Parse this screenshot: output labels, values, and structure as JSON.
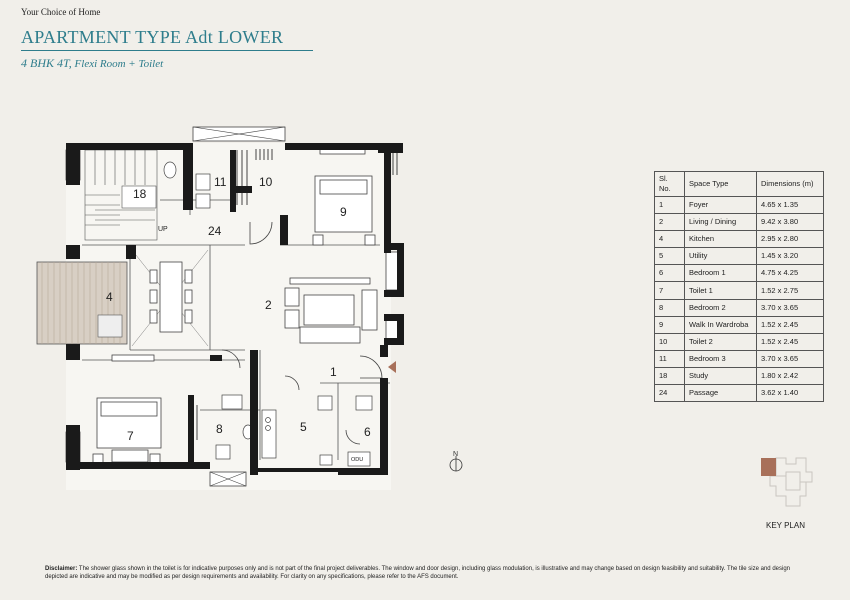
{
  "header": {
    "eyebrow": "Your Choice of Home",
    "title": "APARTMENT TYPE Adt LOWER",
    "subtitle_main": "4 BHK 4T,",
    "subtitle_rest": " Flexi Room + Toilet"
  },
  "plan_labels": {
    "r1": "1",
    "r2": "2",
    "r4": "4",
    "r5": "5",
    "r6": "6",
    "r7": "7",
    "r8": "8",
    "r9": "9",
    "r10": "10",
    "r11": "11",
    "r18": "18",
    "r24": "24",
    "up": "UP",
    "odu": "ODU",
    "north": "N"
  },
  "area_table": {
    "headers": [
      "Sl. No.",
      "Space Type",
      "Dimensions (m)"
    ],
    "rows": [
      [
        "1",
        "Foyer",
        "4.65 x 1.35"
      ],
      [
        "2",
        "Living / Dining",
        "9.42 x 3.80"
      ],
      [
        "4",
        "Kitchen",
        "2.95 x 2.80"
      ],
      [
        "5",
        "Utility",
        "1.45 x 3.20"
      ],
      [
        "6",
        "Bedroom 1",
        "4.75 x 4.25"
      ],
      [
        "7",
        "Toilet 1",
        "1.52 x 2.75"
      ],
      [
        "8",
        "Bedroom 2",
        "3.70 x 3.65"
      ],
      [
        "9",
        "Walk In Wardroba",
        "1.52 x 2.45"
      ],
      [
        "10",
        "Toilet 2",
        "1.52 x 2.45"
      ],
      [
        "11",
        "Bedroom 3",
        "3.70 x 3.65"
      ],
      [
        "18",
        "Study",
        "1.80 x 2.42"
      ],
      [
        "24",
        "Passage",
        "3.62 x 1.40"
      ]
    ]
  },
  "key_plan": {
    "label": "KEY PLAN",
    "highlight_color": "#a8705a"
  },
  "disclaimer": {
    "label": "Disclaimer:",
    "text": " The shower glass shown in the toilet is for indicative purposes only and is not part of the final project deliverables. The window and door design, including glass modulation, is illustrative and may change based on design feasibility and suitability. The tile size and design depicted are indicative and may be modified as per design requirements and availability. For clarity on any specifications, please refer to the AFS document."
  },
  "colors": {
    "accent": "#2e7d8c",
    "wall": "#1a1a1a",
    "entry_marker": "#a8705a"
  }
}
